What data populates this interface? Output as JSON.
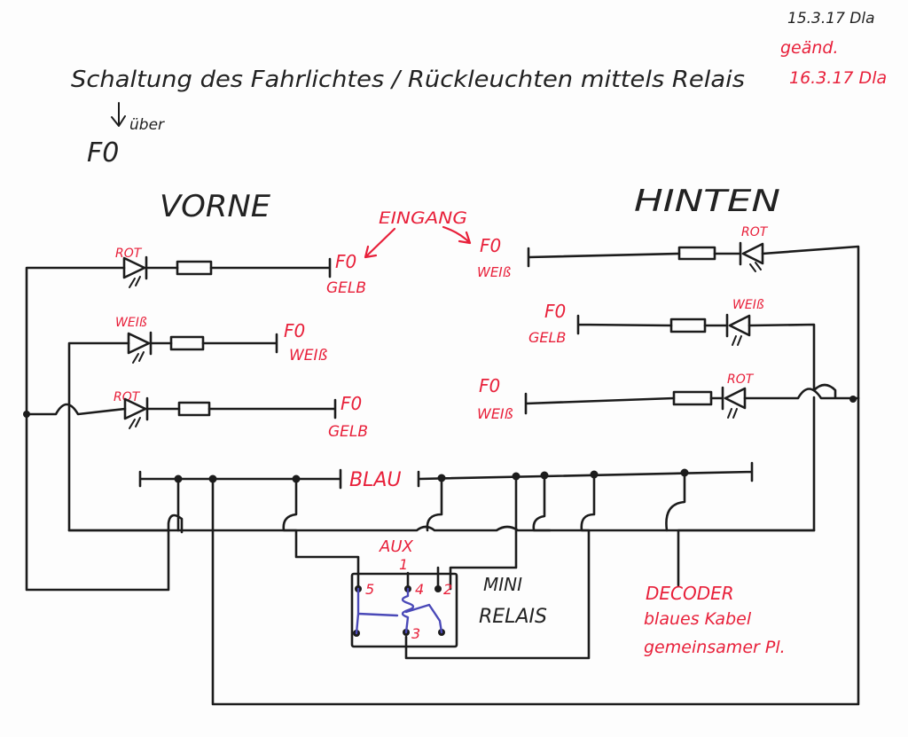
{
  "sheet": {
    "title": "Schaltung des Fahrlichtes / Rückleuchten mittels Relais",
    "title_sub_arrow_label": "über",
    "title_sub_value": "F0",
    "date_original": "15.3.17 Dla",
    "date_changed_line1": "geänd.",
    "date_changed_line2": "16.3.17 Dla"
  },
  "sections": {
    "front": "VORNE",
    "rear": "HINTEN"
  },
  "labels": {
    "input": "EINGANG",
    "bus": "BLAU",
    "aux": "AUX",
    "aux_number": "1",
    "relay_line1": "MINI",
    "relay_line2": "RELAIS",
    "decoder_line1": "DECODER",
    "decoder_line2": "blaues Kabel",
    "decoder_line3": "gemeinsamer Pl."
  },
  "front_leds": [
    {
      "color": "ROT",
      "wire_function": "F0",
      "wire_color": "GELB"
    },
    {
      "color": "WEIß",
      "wire_function": "F0",
      "wire_color": "WEIß"
    },
    {
      "color": "ROT",
      "wire_function": "F0",
      "wire_color": "GELB"
    }
  ],
  "rear_leds": [
    {
      "color": "ROT",
      "wire_function": "F0",
      "wire_color": "WEIß"
    },
    {
      "color": "WEIß",
      "wire_function": "F0",
      "wire_color": "GELB"
    },
    {
      "color": "ROT",
      "wire_function": "F0",
      "wire_color": "WEIß"
    }
  ],
  "relay_pins": [
    "5",
    "4",
    "2",
    "3"
  ],
  "colors": {
    "ink": "#1c1c1c",
    "annotation_red": "#e8203a",
    "relay_coil_blue": "#4a49b8"
  }
}
